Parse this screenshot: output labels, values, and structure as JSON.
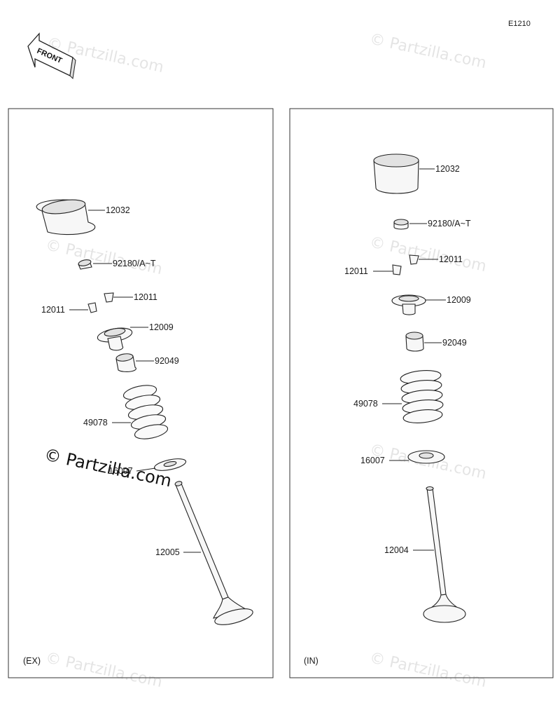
{
  "diagram_code": "E1210",
  "front_label": "FRONT",
  "watermark": "© Partzilla.com",
  "panels": {
    "exhaust": {
      "label": "(EX)",
      "parts": {
        "lifter": "12032",
        "shim": "92180/A~T",
        "cotter_a": "12011",
        "cotter_b": "12011",
        "retainer": "12009",
        "seal": "92049",
        "spring": "49078",
        "seat": "16007",
        "valve": "12005"
      }
    },
    "intake": {
      "label": "(IN)",
      "parts": {
        "lifter": "12032",
        "shim": "92180/A~T",
        "cotter_a": "12011",
        "cotter_b": "12011",
        "retainer": "12009",
        "seal": "92049",
        "spring": "49078",
        "seat": "16007",
        "valve": "12004"
      }
    }
  }
}
